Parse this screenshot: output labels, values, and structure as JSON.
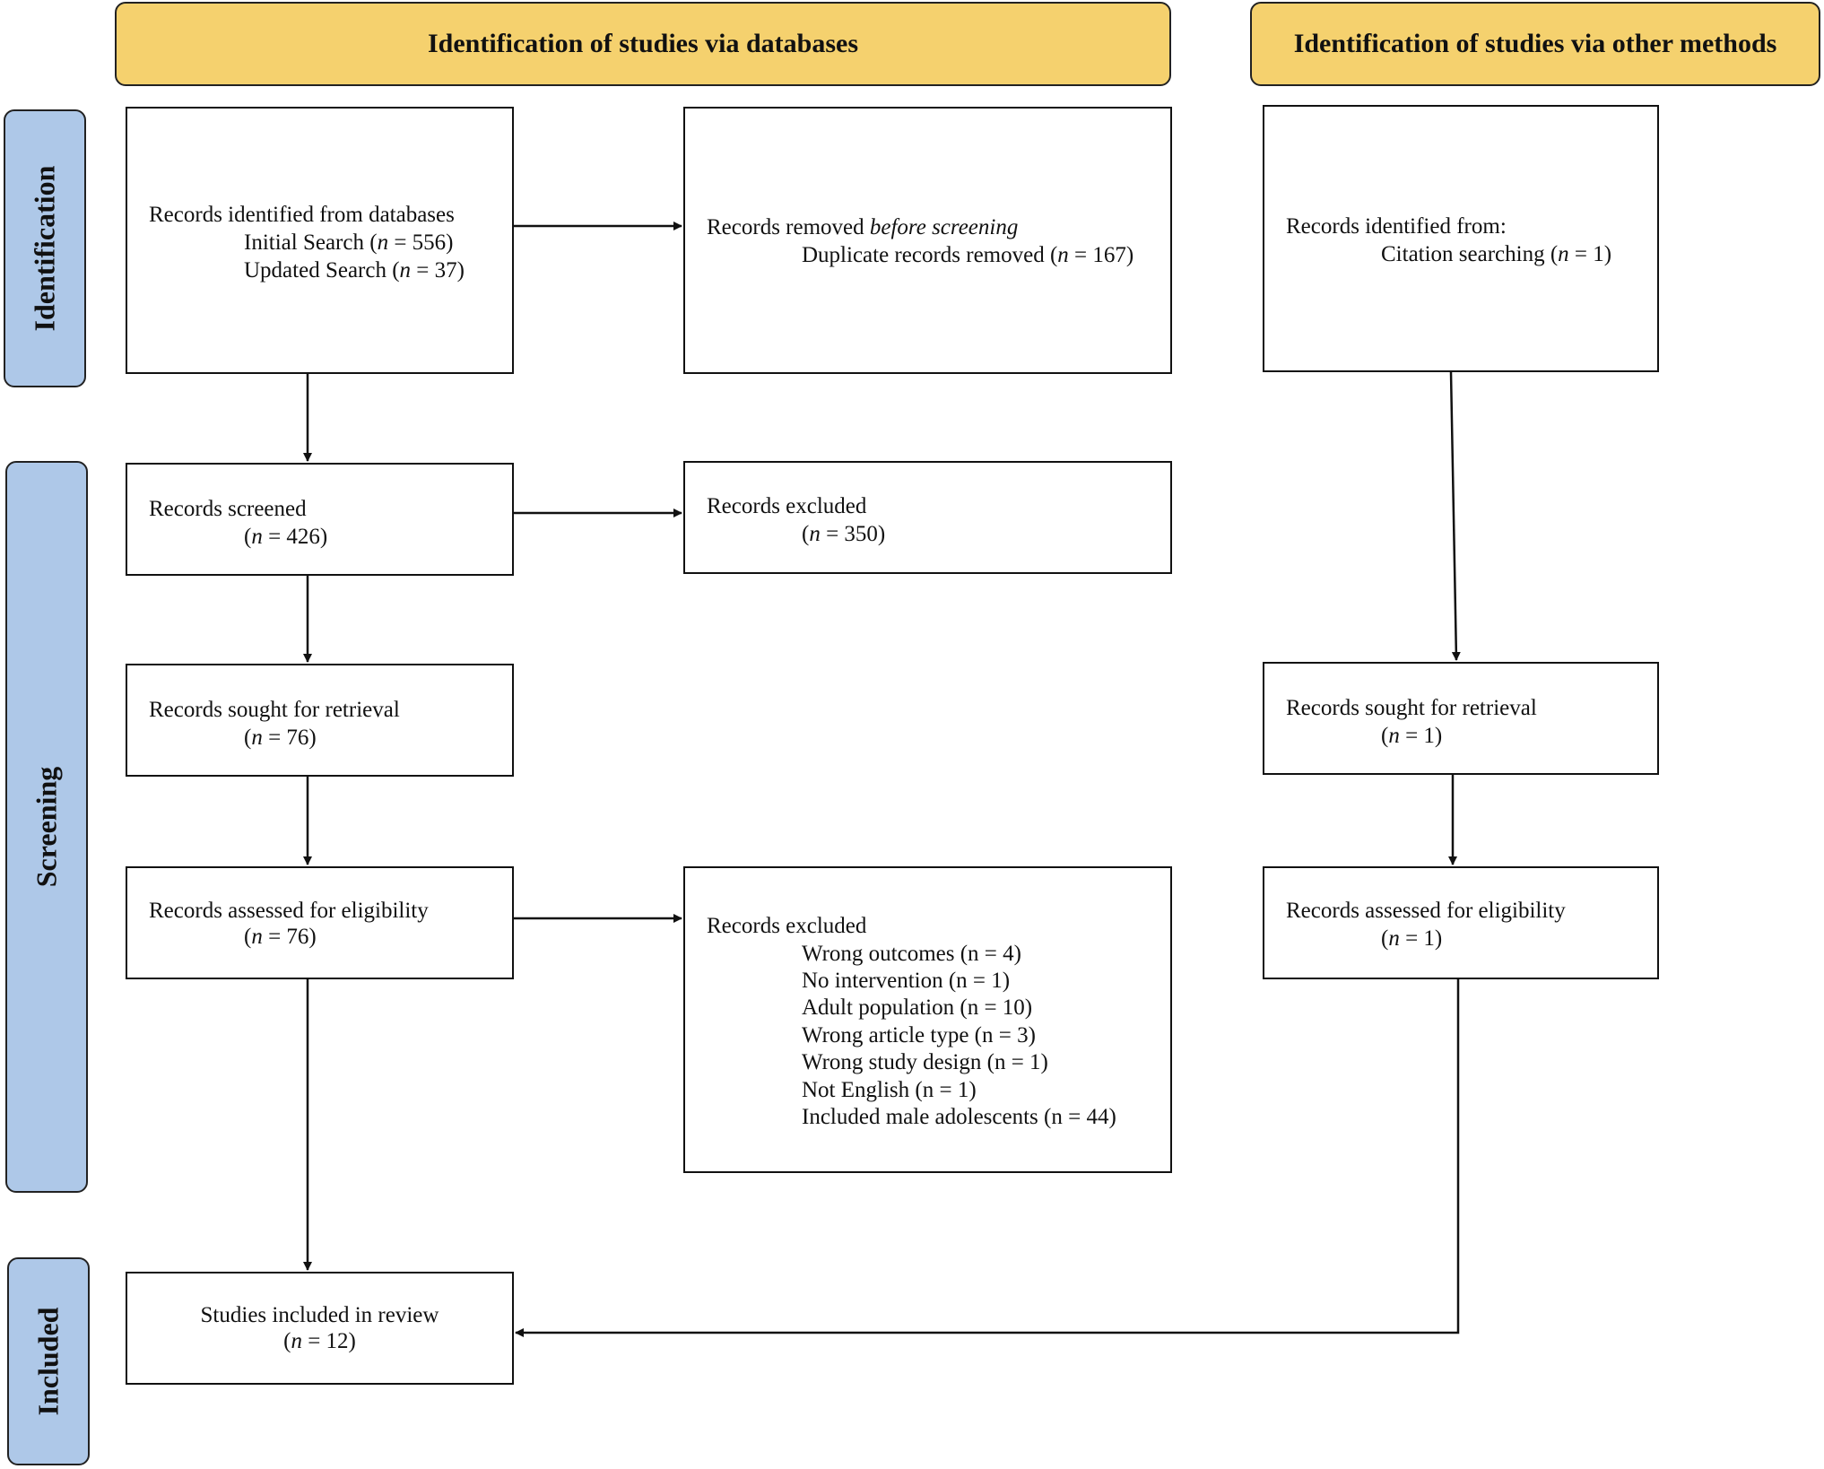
{
  "headers": {
    "databases": "Identification of studies via databases",
    "other": "Identification of studies via other methods"
  },
  "phases": {
    "identification": "Identification",
    "screening": "Screening",
    "included": "Included"
  },
  "boxes": {
    "db_identified": {
      "title": "Records identified from databases",
      "initial_label": "Initial Search (",
      "initial_n": "n",
      "initial_value": " = 556)",
      "updated_label": "Updated Search (",
      "updated_n": "n",
      "updated_value": " = 37)"
    },
    "removed": {
      "title_prefix": "Records removed ",
      "title_emph": "before screening",
      "dup_label": "Duplicate records removed (",
      "dup_n": "n",
      "dup_value": " = 167)"
    },
    "other_identified": {
      "title": "Records identified from:",
      "citation_label": "Citation searching (",
      "citation_n": "n",
      "citation_value": " = 1)"
    },
    "screened": {
      "title": "Records screened",
      "open": "(",
      "n": "n",
      "value": " = 426)"
    },
    "excluded_screen": {
      "title": "Records excluded",
      "open": "(",
      "n": "n",
      "value": " = 350)"
    },
    "sought_db": {
      "title": "Records sought for retrieval",
      "open": "(",
      "n": "n",
      "value": " = 76)"
    },
    "sought_other": {
      "title": "Records sought for retrieval",
      "open": "(",
      "n": "n",
      "value": " = 1)"
    },
    "assessed_db": {
      "title": "Records assessed for eligibility",
      "open": "(",
      "n": "n",
      "value": " = 76)"
    },
    "excluded_elig": {
      "title": "Records excluded",
      "reasons": [
        "Wrong outcomes (n = 4)",
        "No intervention (n = 1)",
        "Adult population (n = 10)",
        "Wrong article type (n = 3)",
        "Wrong study design (n = 1)",
        "Not English (n = 1)",
        "Included male adolescents (n = 44)"
      ]
    },
    "assessed_other": {
      "title": "Records assessed for eligibility",
      "open": "(",
      "n": "n",
      "value": " = 1)"
    },
    "included": {
      "title": "Studies included in review",
      "open": "(",
      "n": "n",
      "value": " = 12)"
    }
  },
  "colors": {
    "header_fill": "#f5d16e",
    "phase_fill": "#aec8e8",
    "line": "#111111"
  }
}
